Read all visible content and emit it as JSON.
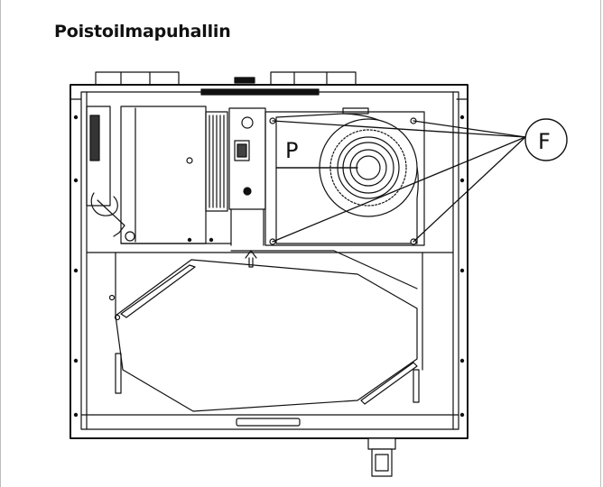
{
  "header": {
    "title": "Poistoilmapuhallin"
  },
  "diagram": {
    "labels": {
      "fan": "P",
      "fasteners": "F"
    },
    "colors": {
      "line": "#111111",
      "fill": "#ffffff",
      "frame": "#bdbdbd"
    }
  }
}
